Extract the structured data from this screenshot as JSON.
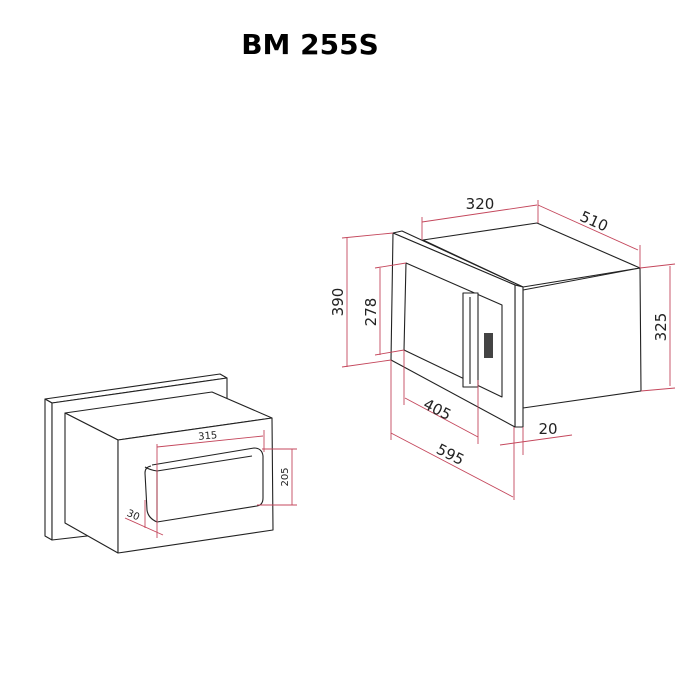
{
  "title": "BM 255S",
  "colors": {
    "outline": "#222222",
    "dimension_line": "#c4475c"
  },
  "installed_view": {
    "dimensions": {
      "top_width": "320",
      "depth": "510",
      "frame_height": "390",
      "window_height": "278",
      "body_height": "325",
      "window_width": "405",
      "frame_width": "595",
      "frame_thickness": "20"
    }
  },
  "niche_view": {
    "dimensions": {
      "opening_width": "315",
      "opening_height": "205",
      "offset": "30"
    }
  }
}
